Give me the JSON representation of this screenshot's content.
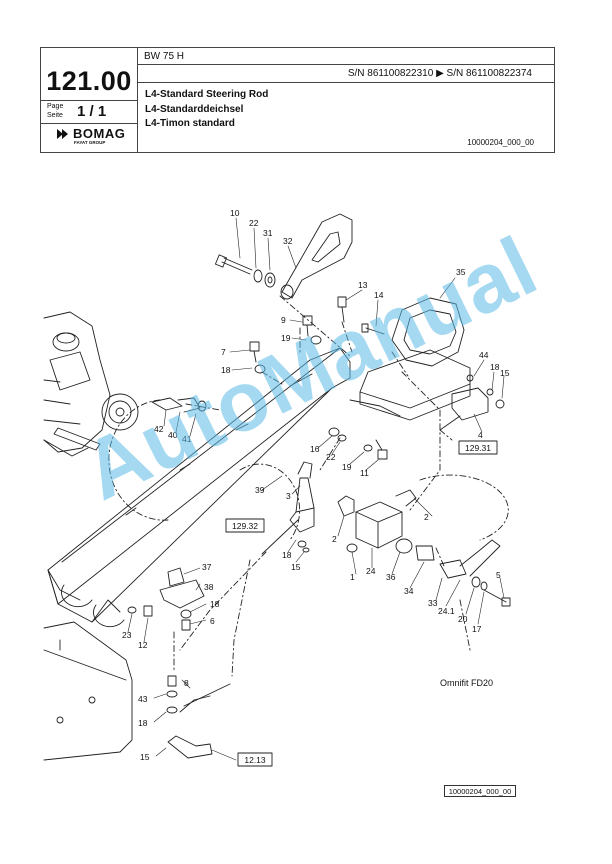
{
  "header": {
    "page_number": "121.00",
    "page_label_en": "Page",
    "page_label_de": "Seite",
    "page_fraction": "1 / 1",
    "logo_text": "BOMAG",
    "logo_sub": "FAYAT GROUP",
    "model": "BW 75 H",
    "serial_numbers": "S/N 861100822310  ▶  S/N 861100822374",
    "title_en": "L4-Standard Steering Rod",
    "title_de": "L4-Standarddeichsel",
    "title_fr": "L4-Timon standard",
    "drawing_id": "10000204_000_00"
  },
  "drawing": {
    "callouts": {
      "c10": "10",
      "c22a": "22",
      "c31": "31",
      "c32": "32",
      "c35": "35",
      "c13": "13",
      "c14": "14",
      "c9": "9",
      "c19a": "19",
      "c7": "7",
      "c18a": "18",
      "c44": "44",
      "c18b": "18",
      "c15a": "15",
      "c42": "42",
      "c40": "40",
      "c41": "41",
      "c4": "4",
      "c16": "16",
      "c22b": "22",
      "c19b": "19",
      "c11": "11",
      "c39": "39",
      "c3": "3",
      "c2a": "2",
      "c2b": "2",
      "c18c": "18",
      "c15b": "15",
      "c1": "1",
      "c24": "24",
      "c36": "36",
      "c34": "34",
      "c37": "37",
      "c38": "38",
      "c18d": "18",
      "c6": "6",
      "c23": "23",
      "c12": "12",
      "c33": "33",
      "c241": "24.1",
      "c20": "20",
      "c17": "17",
      "c5": "5",
      "c8": "8",
      "c43": "43",
      "c18e": "18",
      "c15c": "15"
    },
    "ref_boxes": {
      "r12931": "129.31",
      "r12932": "129.32",
      "r1213": "12.13"
    },
    "omnifit_label": "Omnifit FD20"
  },
  "footer": {
    "drawing_id": "10000204_000_00"
  },
  "watermark": "AutoManual"
}
